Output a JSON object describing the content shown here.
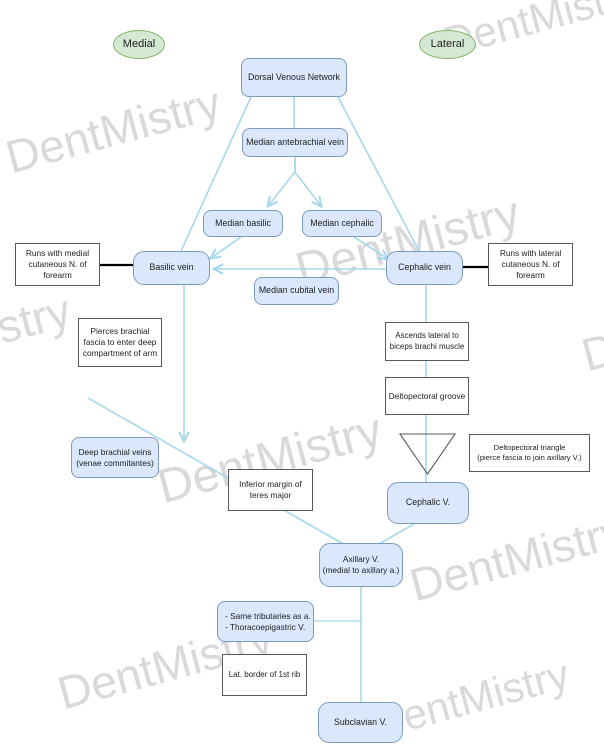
{
  "watermark": {
    "text": "DentMistry"
  },
  "legend": {
    "medial": "Medial",
    "lateral": "Lateral"
  },
  "nodes": {
    "dorsal_venous_network": "Dorsal Venous Network",
    "median_antebrachial": "Median antebrachial vein",
    "median_basilic": "Median basilic",
    "median_cephalic": "Median cephalic",
    "basilic_vein": "Basilic vein",
    "cephalic_vein": "Cephalic vein",
    "median_cubital": "Median cubital vein",
    "deep_brachial": "Deep brachial veins\n(venae commitantes)",
    "cephalic_v": "Cephalic V.",
    "axillary_v": "Axillary V.\n(medial to axillary a.)",
    "tributaries": "- Same tributaries as a.\n- Thoracoepigastric V.",
    "subclavian_v": "Subclavian V."
  },
  "annotations": {
    "runs_medial": "Runs with medial\ncutaneous N. of\nforearm",
    "runs_lateral": "Runs with lateral\ncutaneous N. of\nforearm",
    "pierces": "Pierces brachial\nfascia to enter deep\ncompartment of arm",
    "ascends": "Ascends lateral to\nbiceps brachi muscle",
    "deltopectoral_groove": "Deltopectoral groove",
    "deltopectoral_triangle": "Deltopectoral triangle\n(pierce fascia to join axillary V.)",
    "inferior_margin": "Inferior margin of\nteres major",
    "lat_border": "Lat. border of 1st rib"
  },
  "colors": {
    "node_fill": "#dbe8fc",
    "node_stroke": "#7d9bc1",
    "ellipse_fill": "#d5e8d4",
    "ellipse_stroke": "#82b366",
    "connector": "#a5d8ec",
    "annotation_stroke": "#595959",
    "black_link": "#000000",
    "watermark": "#d9d9d9"
  }
}
